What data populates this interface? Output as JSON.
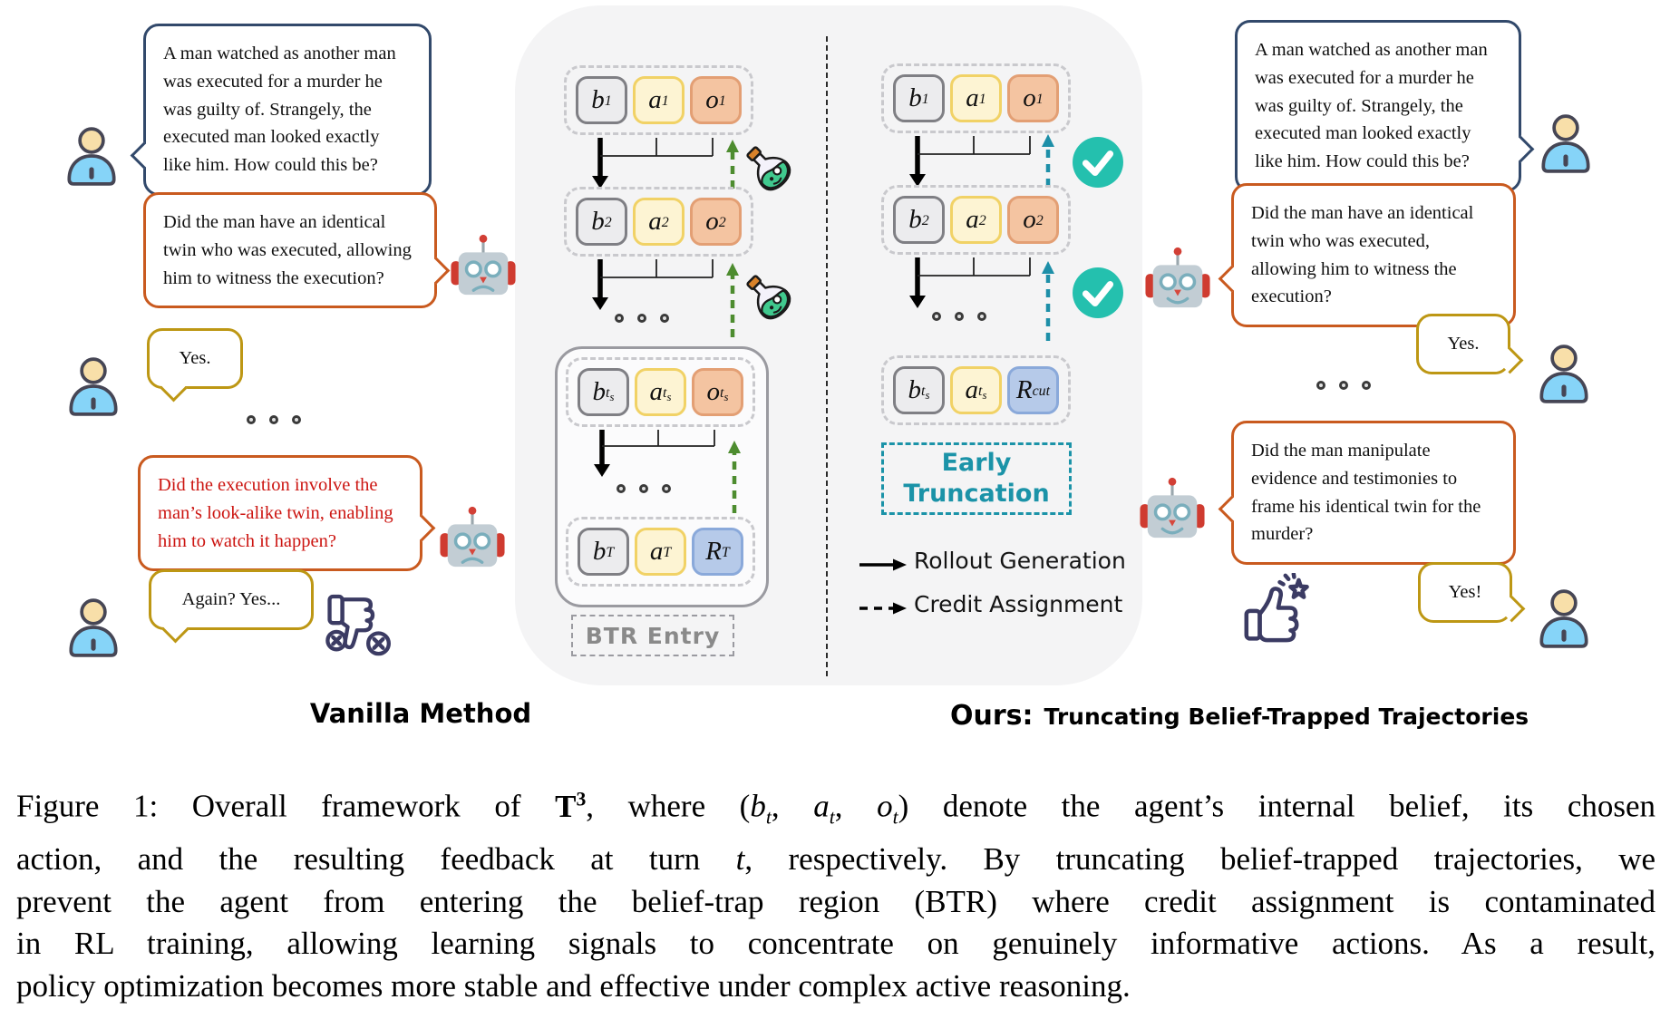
{
  "left_chat": {
    "puzzle": "A man watched as another man was executed for a murder he was guilty of. Strangely, the executed man looked exactly like him. How could this be?",
    "q1": "Did the man have an identical twin who was executed, allowing him to witness the execution?",
    "a1": "Yes.",
    "q2": "Did the execution involve the man’s look-alike twin, enabling him to watch it happen?",
    "a2": "Again? Yes..."
  },
  "right_chat": {
    "puzzle": "A man watched as another man was executed for a murder he was guilty of. Strangely, the executed man looked exactly like him. How could this be?",
    "q1": "Did the man have an identical twin who was executed, allowing him to witness the execution?",
    "a1": "Yes.",
    "q2": "Did the man manipulate evidence and testimonies to frame his identical twin for the murder?",
    "a2": "Yes!"
  },
  "diagram": {
    "vanilla": {
      "rows": [
        {
          "cells": [
            {
              "v": "b",
              "s": "1"
            },
            {
              "v": "a",
              "s": "1"
            },
            {
              "v": "o",
              "s": "1"
            }
          ]
        },
        {
          "cells": [
            {
              "v": "b",
              "s": "2"
            },
            {
              "v": "a",
              "s": "2"
            },
            {
              "v": "o",
              "s": "2"
            }
          ]
        },
        {
          "cells": [
            {
              "v": "b",
              "s": "t",
              "ss": "s"
            },
            {
              "v": "a",
              "s": "t",
              "ss": "s"
            },
            {
              "v": "o",
              "s": "t",
              "ss": "s"
            }
          ]
        },
        {
          "cells": [
            {
              "v": "b",
              "s": "T"
            },
            {
              "v": "a",
              "s": "T"
            },
            {
              "v": "R",
              "s": "T"
            }
          ]
        }
      ],
      "btr_entry_label": "BTR Entry"
    },
    "ours": {
      "rows": [
        {
          "cells": [
            {
              "v": "b",
              "s": "1"
            },
            {
              "v": "a",
              "s": "1"
            },
            {
              "v": "o",
              "s": "1"
            }
          ]
        },
        {
          "cells": [
            {
              "v": "b",
              "s": "2"
            },
            {
              "v": "a",
              "s": "2"
            },
            {
              "v": "o",
              "s": "2"
            }
          ]
        },
        {
          "cells": [
            {
              "v": "b",
              "s": "t",
              "ss": "s"
            },
            {
              "v": "a",
              "s": "t",
              "ss": "s"
            },
            {
              "v": "R",
              "s": "cut"
            }
          ]
        }
      ],
      "early_truncation_line1": "Early",
      "early_truncation_line2": "Truncation"
    },
    "legend": {
      "rollout": "Rollout Generation",
      "credit": "Credit Assignment"
    }
  },
  "footer": {
    "vanilla_label": "Vanilla Method",
    "ours_prefix": "Ours:",
    "ours_label": "Truncating Belief-Trapped Trajectories"
  },
  "colors": {
    "check_teal": "#24c0ae",
    "credit_arrow_teal": "#1d8fa8",
    "reward_arrow_green": "#4d8c2f",
    "orange_bubble": "#c95a1f",
    "navy_bubble": "#32496b",
    "gold_bubble": "#bd9714",
    "alert_red": "#cc1511"
  },
  "caption": {
    "l1": [
      "Figure 1: Overall framework of ",
      "T",
      "3",
      ", where (",
      "b",
      "t",
      ", ",
      "a",
      "t",
      ", ",
      "o",
      "t",
      ") denote the agent’s internal belief, its chosen"
    ],
    "l2": [
      "action, and the resulting feedback at turn ",
      "t",
      ", respectively. By truncating belief-trapped trajectories, we"
    ],
    "l3": "prevent the agent from entering the belief-trap region (BTR) where credit assignment is contaminated",
    "l4": "in RL training, allowing learning signals to concentrate on genuinely informative actions. As a result,",
    "l5": "policy optimization becomes more stable and effective under complex active reasoning."
  }
}
